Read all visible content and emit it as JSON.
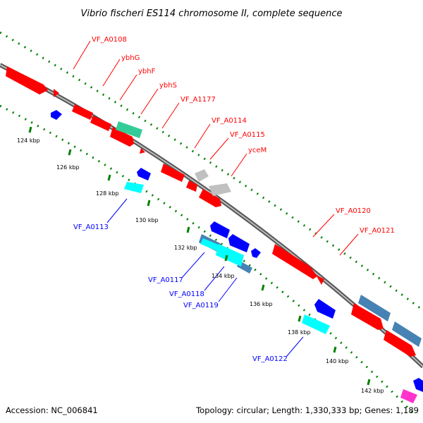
{
  "title": "Vibrio fischeri ES114 chromosome II, complete sequence",
  "footer": {
    "accession": "Accession: NC_006841",
    "summary": "Topology: circular; Length: 1,330,333 bp; Genes: 1,189"
  },
  "colors": {
    "forward": "#ff0000",
    "reverse": "#0000ff",
    "rna": "#00ffff",
    "pseudo": "#c0c0c0",
    "other": "#33cc99",
    "feature": "#4682b4",
    "misc": "#ff33cc",
    "tick": "#008000",
    "backbone": "#888888"
  },
  "ticks": [
    "124 kbp",
    "126 kbp",
    "128 kbp",
    "130 kbp",
    "132 kbp",
    "134 kbp",
    "136 kbp",
    "138 kbp",
    "140 kbp",
    "142 kbp"
  ],
  "labels_forward": [
    "VF_A0108",
    "ybhG",
    "ybhF",
    "ybhS",
    "VF_A1177",
    "VF_A0114",
    "VF_A0115",
    "yceM",
    "VF_A0120",
    "VF_A0121"
  ],
  "labels_reverse": [
    "VF_A0113",
    "VF_A0117",
    "VF_A0118",
    "VF_A0119",
    "VF_A0122"
  ]
}
